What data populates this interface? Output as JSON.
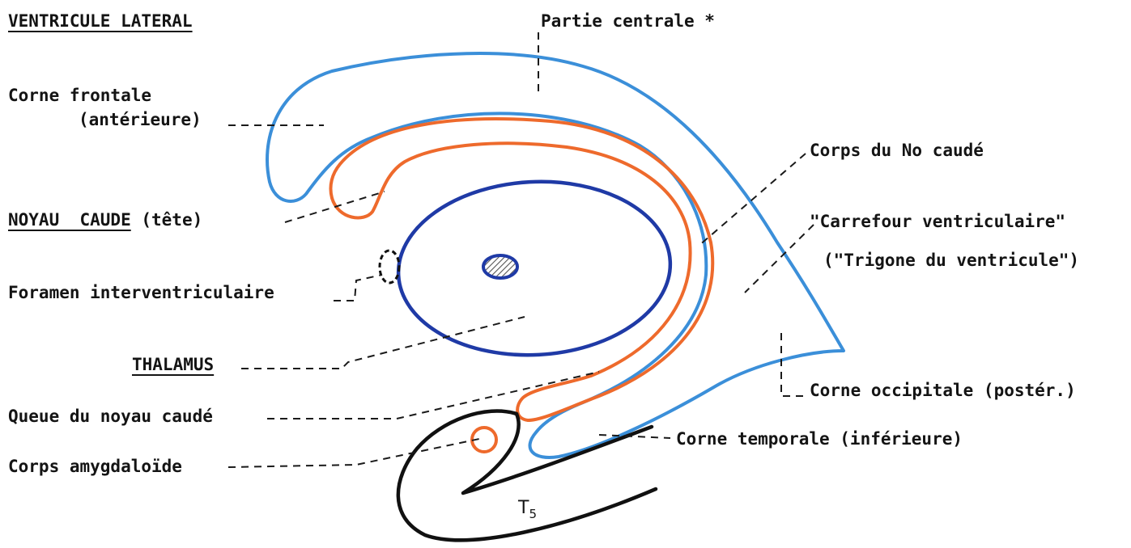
{
  "title": "VENTRICULE LATERAL",
  "labels": {
    "partie_centrale": "Partie centrale *",
    "corne_frontale_l1": "Corne frontale",
    "corne_frontale_l2": "(antérieure)",
    "corps_no_caude": "Corps du No caudé",
    "noyau_caude": "NOYAU  CAUDE",
    "noyau_caude_suffix": "(tête)",
    "carrefour": "\"Carrefour ventriculaire\"",
    "trigone": "(\"Trigone du ventricule\")",
    "foramen": "Foramen interventriculaire",
    "thalamus": "THALAMUS",
    "corne_occipitale": "Corne occipitale (postér.)",
    "queue_noyau": "Queue du noyau caudé",
    "corne_temporale": "Corne temporale (inférieure)",
    "corps_amygdaloide": "Corps amygdaloïde",
    "t5_letter": "T",
    "t5_sub": "5"
  },
  "colors": {
    "ventricle": "#3b8fd9",
    "caudate": "#ee6a2c",
    "thalamus": "#1f3aa6",
    "temporal_lobe": "#111111",
    "ink": "#141414"
  }
}
